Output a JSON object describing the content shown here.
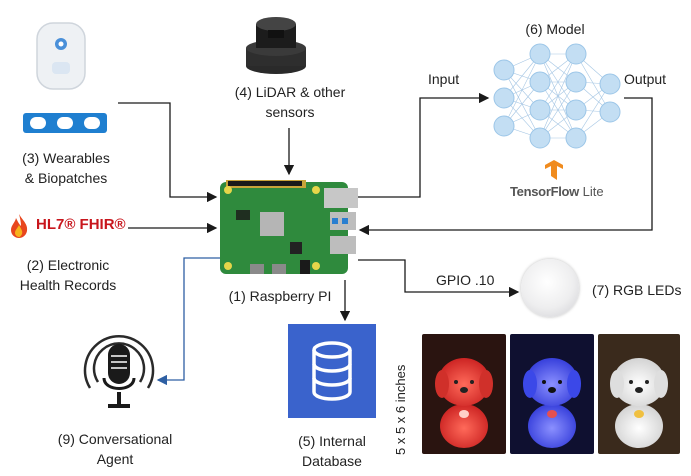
{
  "nodes": {
    "wearables": {
      "line1": "(3) Wearables",
      "line2": "& Biopatches"
    },
    "ehr": {
      "logo_text": "HL7® FHIR®",
      "line1": "(2) Electronic",
      "line2": "Health Records"
    },
    "lidar": {
      "line1": "(4) LiDAR & other",
      "line2": "sensors"
    },
    "model": {
      "title": "(6) Model",
      "input_label": "Input",
      "output_label": "Output",
      "tf_text": "TensorFlow",
      "tf_lite": "Lite"
    },
    "raspberry": {
      "label": "(1) Raspberry PI"
    },
    "database": {
      "line1": "(5) Internal",
      "line2": "Database"
    },
    "agent": {
      "line1": "(9) Conversational",
      "line2": "Agent"
    },
    "leds": {
      "label": "(7) RGB LEDs",
      "gpio_label": "GPIO .10",
      "size_label": "5 x 5 x 6 inches"
    }
  },
  "colors": {
    "arrow": "#1a1a1a",
    "agent_arrow": "#2e5fa3",
    "database_bg": "#3a63cc",
    "board_green": "#2f8a3d",
    "nn_node": "#b9d7ef",
    "tf_orange": "#f08b1e",
    "led_red": "#e8322c",
    "led_blue": "#3b48e8",
    "led_white": "#eeeeee"
  }
}
